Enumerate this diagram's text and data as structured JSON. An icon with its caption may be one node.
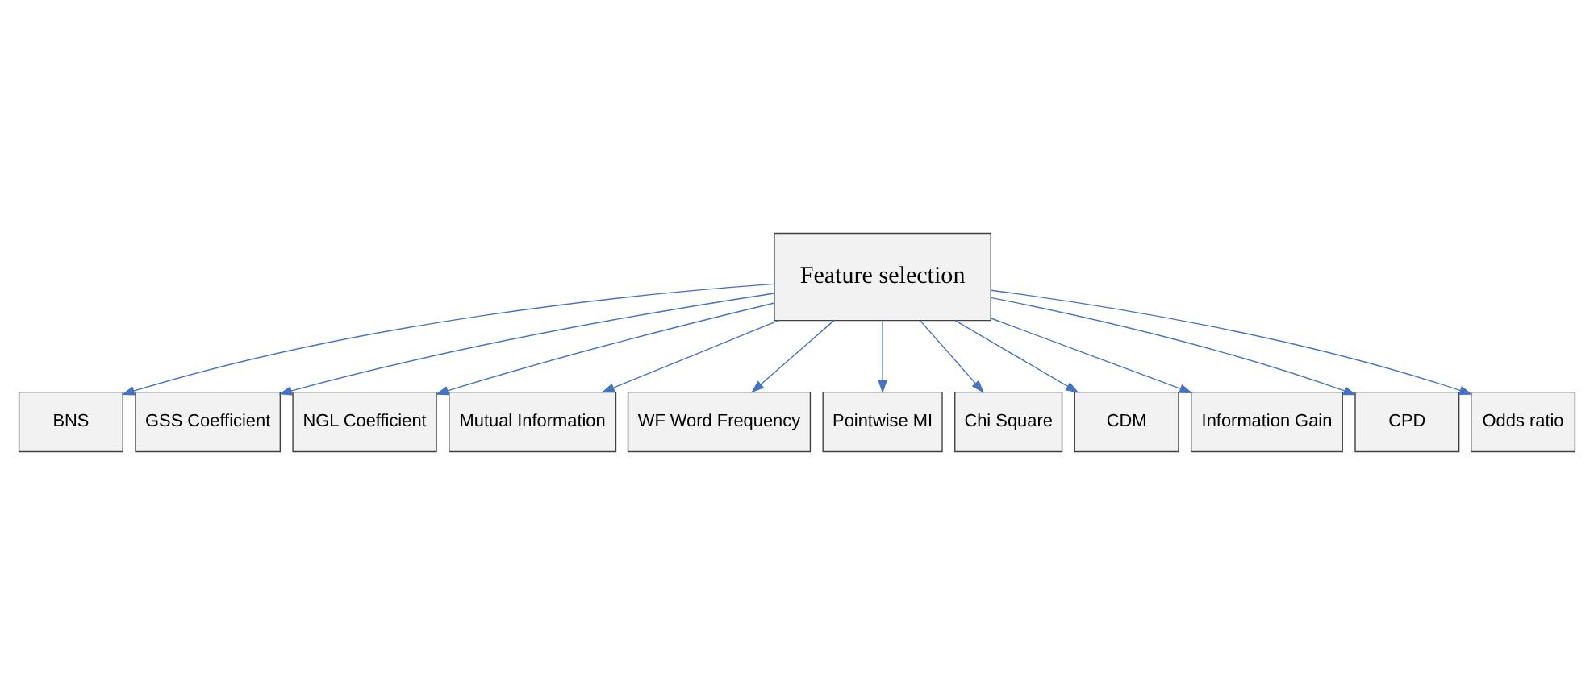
{
  "diagram": {
    "nodes": [
      {
        "text": [
          "Feature selection"
        ]
      },
      {
        "text": [
          "BNS"
        ]
      },
      {
        "text": [
          "GSS Coefficient"
        ]
      },
      {
        "text": [
          "NGL Coefficient"
        ]
      },
      {
        "text": [
          "Mutual Information"
        ]
      },
      {
        "text": [
          "WF Word Frequency"
        ]
      },
      {
        "text": [
          "Pointwise MI"
        ]
      },
      {
        "text": [
          "Chi Square"
        ]
      },
      {
        "text": [
          "CDM"
        ]
      },
      {
        "text": [
          "Information Gain"
        ]
      },
      {
        "text": [
          "CPD"
        ]
      },
      {
        "text": [
          "Odds ratio"
        ]
      }
    ],
    "edges": [
      {
        "from": 0,
        "to": 1,
        "arrow": "to"
      },
      {
        "from": 0,
        "to": 2,
        "arrow": "to"
      },
      {
        "from": 0,
        "to": 3,
        "arrow": "to"
      },
      {
        "from": 0,
        "to": 4,
        "arrow": "to"
      },
      {
        "from": 0,
        "to": 5,
        "arrow": "to"
      },
      {
        "from": 0,
        "to": 6,
        "arrow": "to"
      },
      {
        "from": 0,
        "to": 7,
        "arrow": "to"
      },
      {
        "from": 0,
        "to": 8,
        "arrow": "to"
      },
      {
        "from": 0,
        "to": 9,
        "arrow": "to"
      },
      {
        "from": 0,
        "to": 10,
        "arrow": "to"
      },
      {
        "from": 0,
        "to": 11,
        "arrow": "to"
      }
    ]
  }
}
